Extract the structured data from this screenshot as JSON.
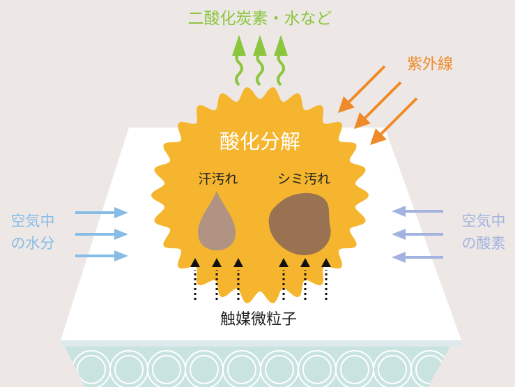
{
  "labels": {
    "emission": "二酸化炭素・水など",
    "uv": "紫外線",
    "decomposition": "酸化分解",
    "sweat_stain": "汗汚れ",
    "spot_stain": "シミ汚れ",
    "moisture_line1": "空気中",
    "moisture_line2": "の水分",
    "oxygen_line1": "空気中",
    "oxygen_line2": "の酸素",
    "catalyst": "触媒微粒子"
  },
  "colors": {
    "background": "#ede8e6",
    "sheet": "#ffffff",
    "burst": "#f5b52e",
    "green": "#8cc63f",
    "orange": "#ef8a2a",
    "blue": "#86bce6",
    "lavender": "#a3b3df",
    "drop": "#b09383",
    "blob": "#997351",
    "fabric": "#c9e3e1",
    "text_dark": "#222222"
  }
}
